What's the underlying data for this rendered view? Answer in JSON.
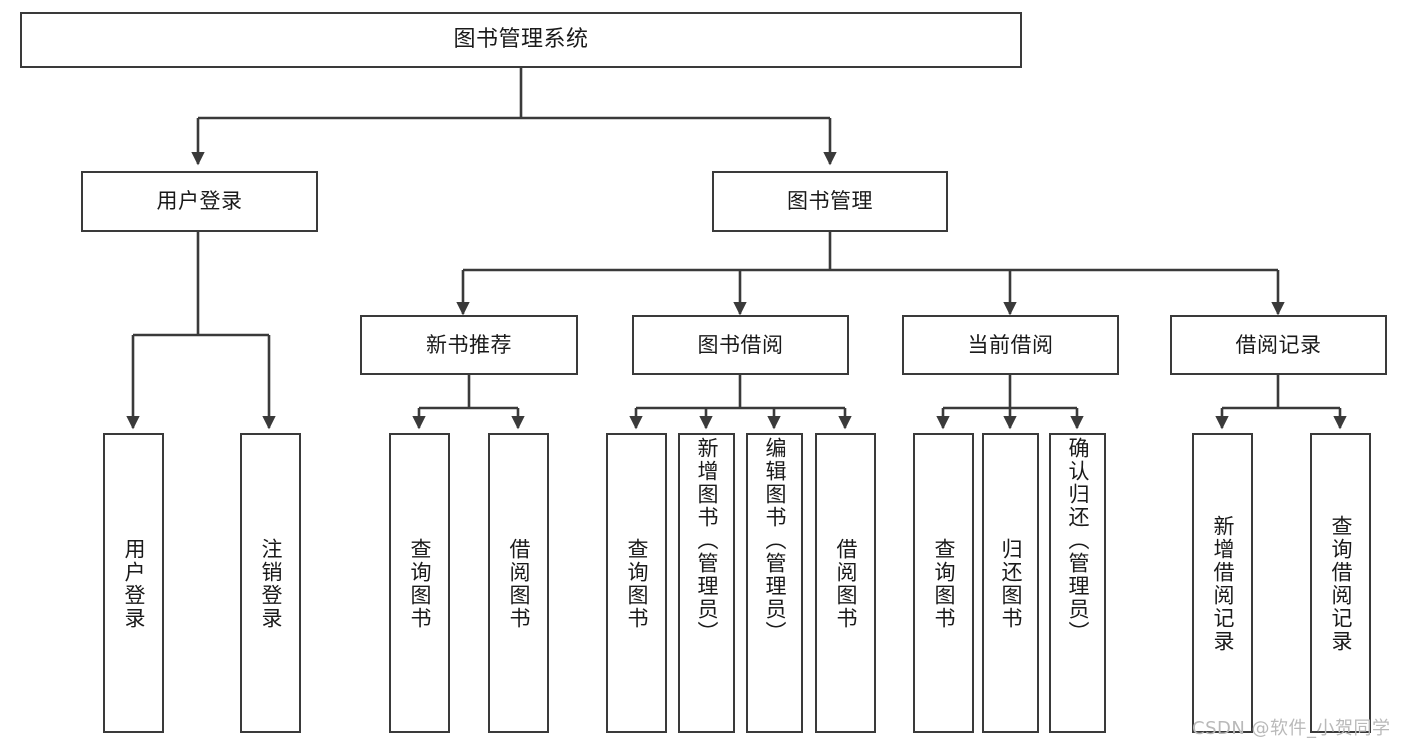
{
  "diagram": {
    "title": "图书管理系统",
    "type": "tree",
    "watermark": "CSDN @软件_小贺同学",
    "colors": {
      "stroke": "#3a3a3a",
      "fill": "#ffffff",
      "text": "#1a1a1a",
      "watermark": "#b9b9b9"
    },
    "root": {
      "label": "图书管理系统"
    },
    "level2": [
      {
        "id": "user-login",
        "label": "用户登录"
      },
      {
        "id": "book-manage",
        "label": "图书管理"
      }
    ],
    "level3": [
      {
        "id": "new-book-recommend",
        "label": "新书推荐",
        "parent": "book-manage"
      },
      {
        "id": "book-borrow",
        "label": "图书借阅",
        "parent": "book-manage"
      },
      {
        "id": "current-borrow",
        "label": "当前借阅",
        "parent": "book-manage"
      },
      {
        "id": "borrow-record",
        "label": "借阅记录",
        "parent": "book-manage"
      }
    ],
    "leaves": [
      {
        "id": "leaf-user-login",
        "label": "用户登录",
        "parent": "user-login"
      },
      {
        "id": "leaf-user-logout",
        "label": "注销登录",
        "parent": "user-login"
      },
      {
        "id": "leaf-query-book-1",
        "label": "查询图书",
        "parent": "new-book-recommend"
      },
      {
        "id": "leaf-borrow-book-1",
        "label": "借阅图书",
        "parent": "new-book-recommend"
      },
      {
        "id": "leaf-query-book-2",
        "label": "查询图书",
        "parent": "book-borrow"
      },
      {
        "id": "leaf-add-book",
        "label": "新增图书（管理员）",
        "parent": "book-borrow"
      },
      {
        "id": "leaf-edit-book",
        "label": "编辑图书（管理员）",
        "parent": "book-borrow"
      },
      {
        "id": "leaf-borrow-book-2",
        "label": "借阅图书",
        "parent": "book-borrow"
      },
      {
        "id": "leaf-query-book-3",
        "label": "查询图书",
        "parent": "current-borrow"
      },
      {
        "id": "leaf-return-book",
        "label": "归还图书",
        "parent": "current-borrow"
      },
      {
        "id": "leaf-confirm-return",
        "label": "确认归还（管理员）",
        "parent": "current-borrow"
      },
      {
        "id": "leaf-add-record",
        "label": "新增借阅记录",
        "parent": "borrow-record"
      },
      {
        "id": "leaf-query-record",
        "label": "查询借阅记录",
        "parent": "borrow-record"
      }
    ]
  }
}
